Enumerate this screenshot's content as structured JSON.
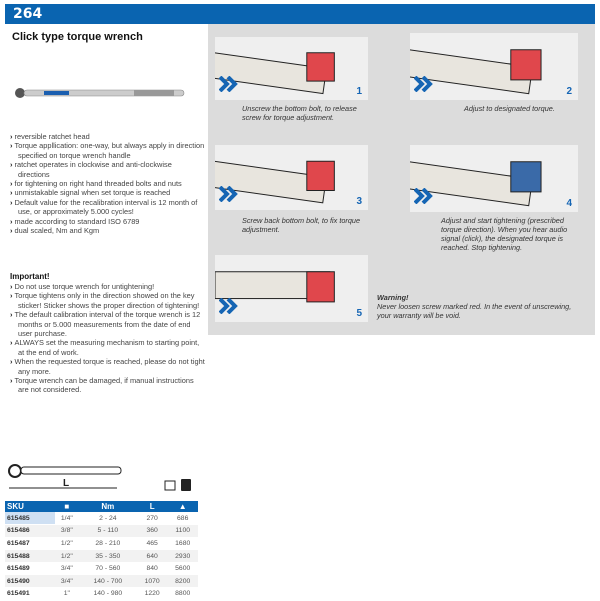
{
  "header": {
    "code": "264"
  },
  "product": {
    "title": "Click type torque wrench"
  },
  "features": [
    "reversible ratchet head",
    "Torque appllication: one-way, but always apply in direction specified on torque wrench handle",
    "ratchet operates in clockwise and anti-clockwise directions",
    "for tightening on right hand threaded bolts and nuts",
    "unmistakable signal when set torque is reached",
    "Default value for the recalibration interval is 12 month of use, or approximately 5.000 cycles!",
    "made according to standard ISO 6789",
    "dual scaled, Nm and Kgm"
  ],
  "important": {
    "title": "Important!",
    "items": [
      "Do not use torque wrench for untightening!",
      "Torque tightens only in the direction showed on the key sticker! Sticker shows the proper direction of tightening!",
      "The default calibration interval of the torque wrench is 12 months or 5.000 measurements from the date of end user purchase.",
      "ALWAYS set the measuring mechanism to starting point, at the end of work.",
      "When the requested torque is reached, please do not tight any more.",
      "Torque wrench can be damaged, if manual instructions are not considered."
    ]
  },
  "steps": [
    {
      "num": "1",
      "caption": "Unscrew the bottom bolt, to release screw for torque adjustment."
    },
    {
      "num": "2",
      "caption": "Adjust to designated torque."
    },
    {
      "num": "3",
      "caption": "Screw back bottom bolt, to fix torque adjustment."
    },
    {
      "num": "4",
      "caption": "Adjust and start tightening (prescribed torque direction). When you hear audio signal (click), the designated torque is reached. Stop tightening."
    },
    {
      "num": "5",
      "caption": ""
    }
  ],
  "warning": {
    "title": "Warning!",
    "text": "Never loosen screw marked red. In the event of unscrewing, your warranty will be void."
  },
  "diagram": {
    "length_label": "L"
  },
  "table": {
    "headers": [
      "SKU",
      "■",
      "Nm",
      "L",
      "▲"
    ],
    "rows": [
      [
        "615485",
        "1/4\"",
        "2 - 24",
        "270",
        "686"
      ],
      [
        "615486",
        "3/8\"",
        "5 - 110",
        "360",
        "1100"
      ],
      [
        "615487",
        "1/2\"",
        "28 - 210",
        "465",
        "1680"
      ],
      [
        "615488",
        "1/2\"",
        "35 - 350",
        "640",
        "2930"
      ],
      [
        "615489",
        "3/4\"",
        "70 - 560",
        "840",
        "5600"
      ],
      [
        "615490",
        "3/4\"",
        "140 - 700",
        "1070",
        "8200"
      ],
      [
        "615491",
        "1\"",
        "140 - 980",
        "1220",
        "8800"
      ]
    ]
  },
  "colors": {
    "brand": "#0a64b0",
    "red": "#e0474c",
    "panel": "#dcdcdc"
  }
}
